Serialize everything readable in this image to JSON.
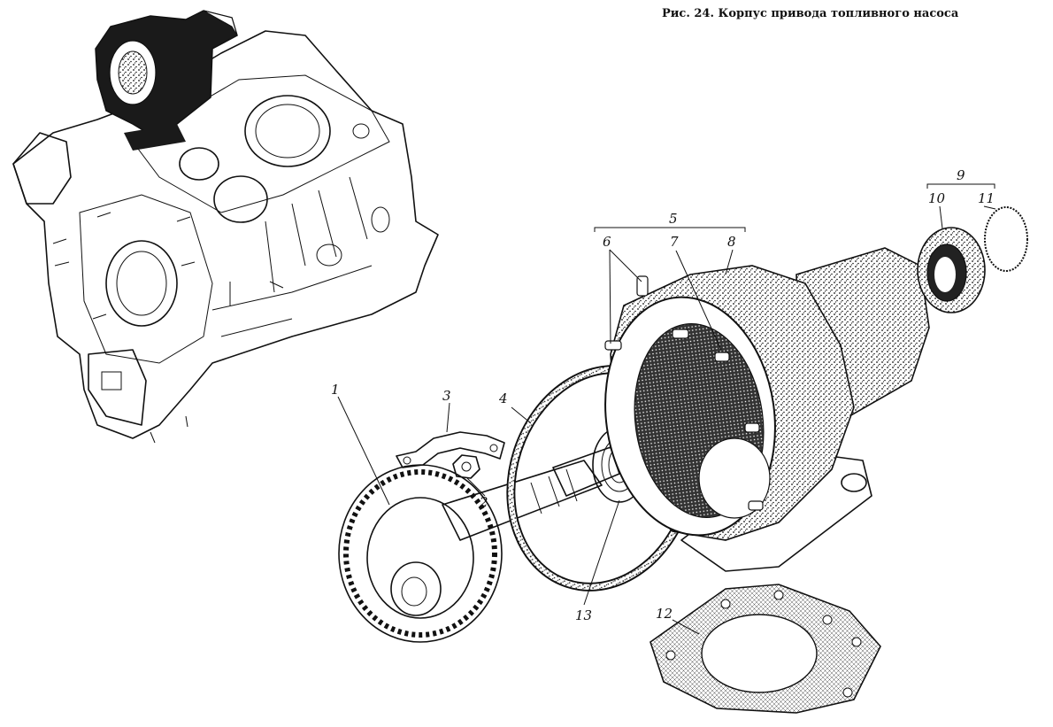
{
  "caption": "Рис. 24. Корпус привода топливного насоса",
  "callouts": {
    "c1": "1",
    "c2": "2",
    "c3": "3",
    "c4": "4",
    "c5": "5",
    "c6": "6",
    "c7": "7",
    "c8": "8",
    "c9": "9",
    "c10": "10",
    "c11": "11",
    "c12": "12",
    "c13": "13"
  }
}
